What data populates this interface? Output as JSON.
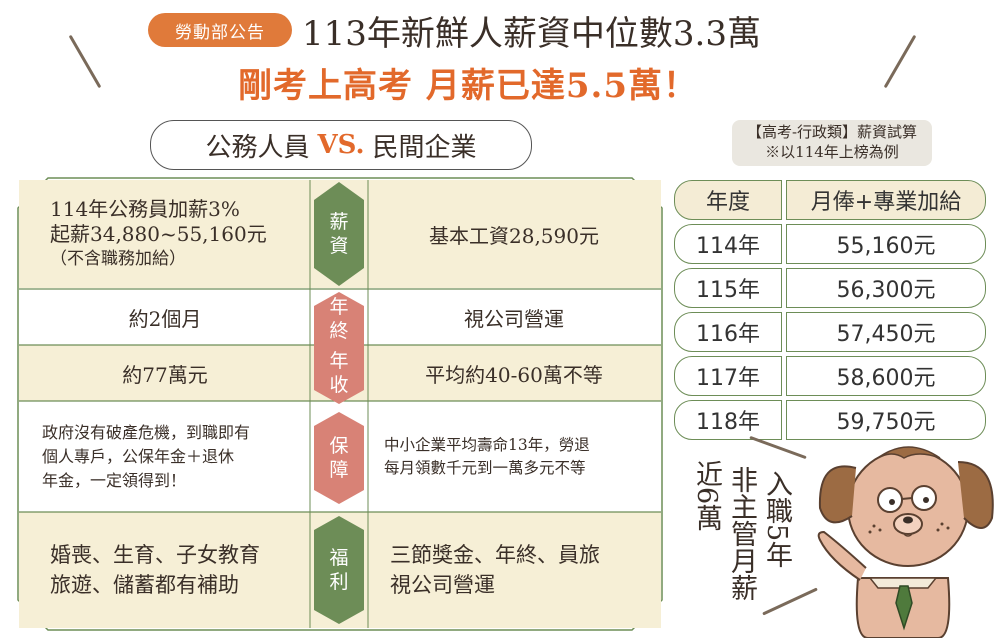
{
  "header": {
    "badge": "勞動部公告",
    "title_line1": "113年新鮮人薪資中位數3.3萬",
    "title_line2": "剛考上高考 月薪已達5.5萬！"
  },
  "compare": {
    "pill_left": "公務人員",
    "pill_vs": "VS.",
    "pill_right": "民間企業",
    "rows": [
      {
        "label": "薪資",
        "left_lines": [
          "114年公務員加薪3%",
          "起薪34,880~55,160元",
          "（不含職務加給）"
        ],
        "right": "基本工資28,590元"
      },
      {
        "label": "年終",
        "left": "約2個月",
        "right": "視公司營運"
      },
      {
        "label": "年收",
        "left": "約77萬元",
        "right": "平均約40-60萬不等"
      },
      {
        "label": "保障",
        "left_lines": [
          "政府沒有破產危機，到職即有",
          "個人專戶，公保年金＋退休",
          "年金，一定領得到！"
        ],
        "right_lines": [
          "中小企業平均壽命13年，勞退",
          "每月領數千元到一萬多元不等"
        ]
      },
      {
        "label": "福利",
        "left_lines": [
          "婚喪、生育、子女教育",
          "旅遊、儲蓄都有補助"
        ],
        "right_lines": [
          "三節獎金、年終、員旅",
          "視公司營運"
        ]
      }
    ]
  },
  "salary_table": {
    "note_line1": "【高考-行政類】薪資試算",
    "note_line2": "※以114年上榜為例",
    "headers": [
      "年度",
      "月俸+專業加給"
    ],
    "rows": [
      {
        "year": "114年",
        "amount": "55,160元"
      },
      {
        "year": "115年",
        "amount": "56,300元"
      },
      {
        "year": "116年",
        "amount": "57,450元"
      },
      {
        "year": "117年",
        "amount": "58,600元"
      },
      {
        "year": "118年",
        "amount": "59,750元"
      }
    ]
  },
  "callout": {
    "col1": "入職5年",
    "col2": "非主管月薪",
    "col3": "近6萬"
  },
  "colors": {
    "accent_orange": "#e2692b",
    "green": "#6d8d57",
    "salmon": "#d88276",
    "cream": "#f6efd6"
  }
}
